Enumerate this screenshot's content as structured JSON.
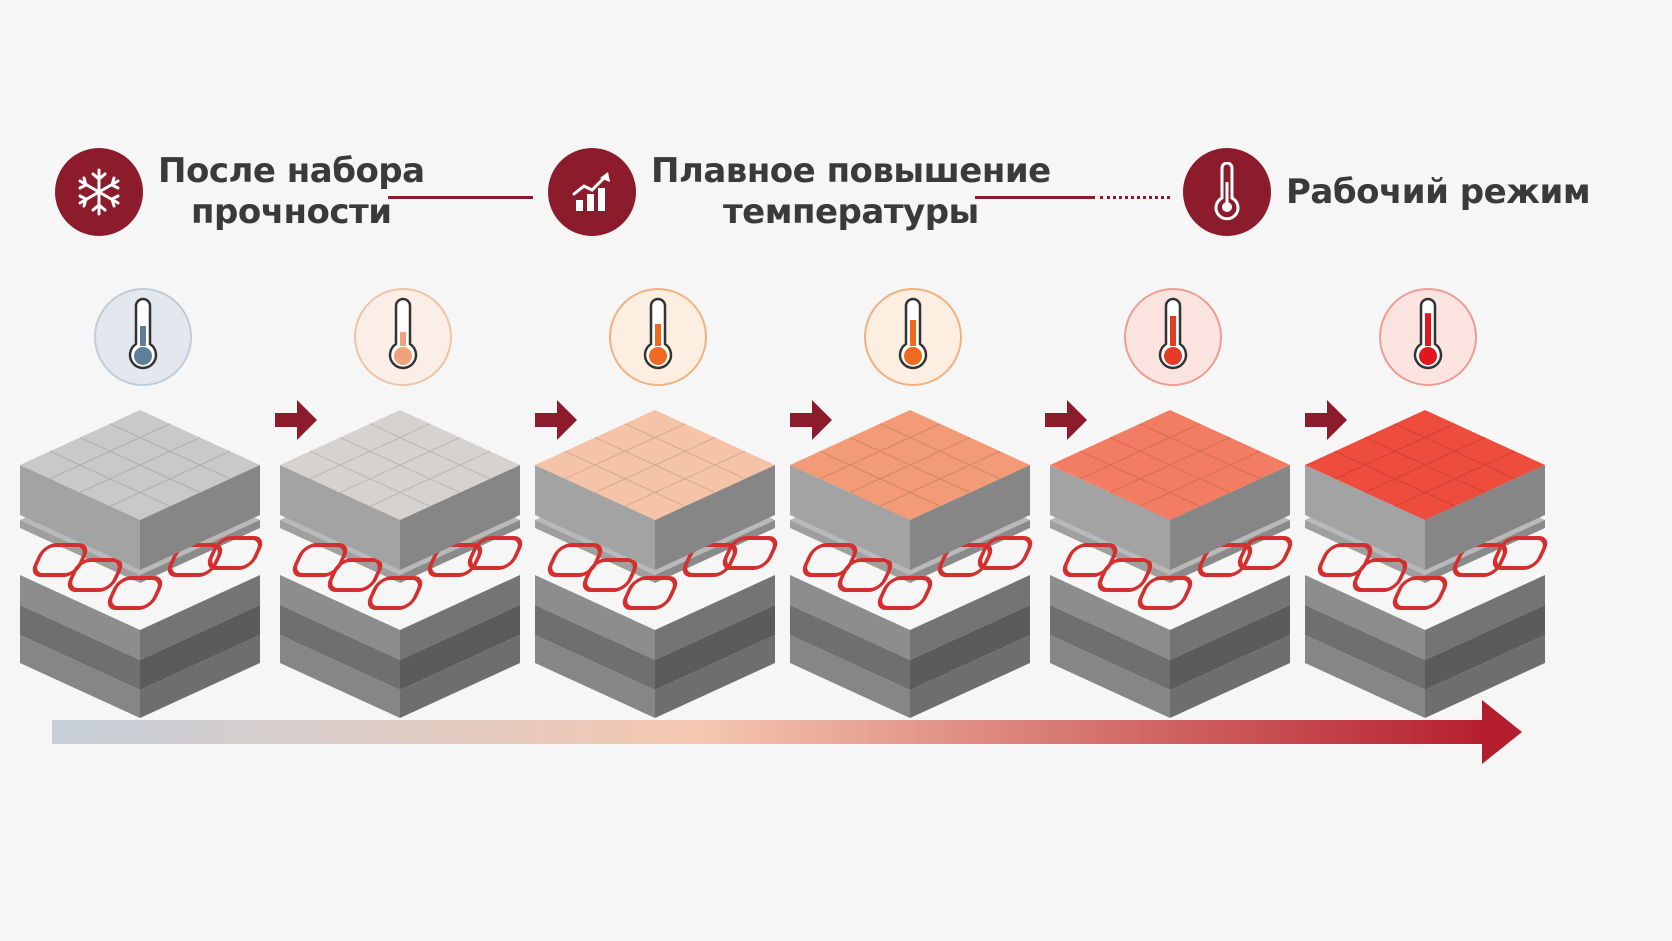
{
  "stages": [
    {
      "label_line1": "После набора",
      "label_line2": "прочности",
      "icon": "snowflake-icon"
    },
    {
      "label_line1": "Плавное повышение",
      "label_line2": "температуры",
      "icon": "chart-rising-icon"
    },
    {
      "label": "Рабочий режим",
      "icon": "thermometer-icon"
    }
  ],
  "steps": [
    {
      "thermo_level": 0.5,
      "thermo_color": "#5e7f9c",
      "badge_bg": "#e3e8ee",
      "badge_border": "#c2ccd6",
      "tile_color": "#c9c9c9"
    },
    {
      "thermo_level": 0.35,
      "thermo_color": "#f0a27a",
      "badge_bg": "#fbeee6",
      "badge_border": "#f0c2a6",
      "tile_color": "#d6d2cf"
    },
    {
      "thermo_level": 0.55,
      "thermo_color": "#ef6a1e",
      "badge_bg": "#fdeee2",
      "badge_border": "#f2b27e",
      "tile_color": "#f5c3a8"
    },
    {
      "thermo_level": 0.65,
      "thermo_color": "#ee6a1e",
      "badge_bg": "#fdeee2",
      "badge_border": "#f2b07c",
      "tile_color": "#f39a76"
    },
    {
      "thermo_level": 0.75,
      "thermo_color": "#e53a25",
      "badge_bg": "#fbe4e0",
      "badge_border": "#ef9c92",
      "tile_color": "#f37d63"
    },
    {
      "thermo_level": 0.82,
      "thermo_color": "#e2161e",
      "badge_bg": "#fbe4e0",
      "badge_border": "#ef9c92",
      "tile_color": "#ee4c3c"
    }
  ],
  "colors": {
    "accent": "#8c1c2c",
    "gradient_start": "#c2ccd6",
    "gradient_mid": "#f5c7b0",
    "gradient_end": "#b51e2c"
  }
}
